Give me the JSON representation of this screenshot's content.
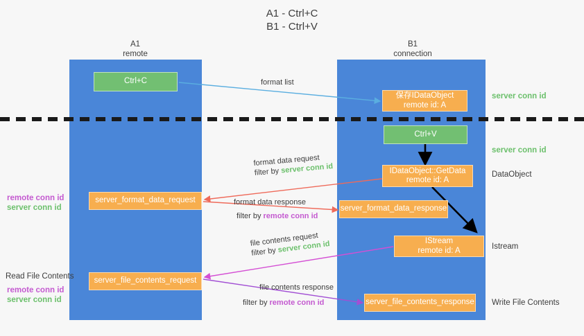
{
  "title": "A1 - Ctrl+C\nB1 - Ctrl+V",
  "colors": {
    "lane": "#4a86d8",
    "node_orange": "#f7ae4f",
    "node_green": "#72bf72",
    "server_conn": "#6cc06c",
    "remote_conn": "#c45ad0",
    "divider": "#1a1a1a",
    "arrow_blue": "#5aaee0",
    "arrow_red": "#ef6a5a",
    "arrow_magenta": "#d44fd4",
    "arrow_purple": "#a24fd4",
    "arrow_black": "#000000",
    "background": "#f7f7f7"
  },
  "columns": [
    {
      "name": "A1",
      "sub": "remote"
    },
    {
      "name": "B1",
      "sub": "connection"
    }
  ],
  "nodes": {
    "ctrl_c": {
      "line1": "Ctrl+C"
    },
    "ctrl_v": {
      "line1": "Ctrl+V"
    },
    "save_idataobject": {
      "line1": "保存IDataObject",
      "line2": "remote id: A"
    },
    "getdata": {
      "line1": "IDataObject::GetData",
      "line2": "remote id: A"
    },
    "istream": {
      "line1": "IStream",
      "line2": "remote id: A"
    },
    "server_format_data_request": {
      "line1": "server_format_data_request"
    },
    "server_format_data_response": {
      "line1": "server_format_data_response"
    },
    "server_file_contents_request": {
      "line1": "server_file_contents_request"
    },
    "server_file_contents_response": {
      "line1": "server_file_contents_response"
    }
  },
  "edges": {
    "format_list": "format list",
    "format_data_request": "format data request",
    "format_data_request_filter_prefix": "filter by ",
    "format_data_request_filter_value": "server conn id",
    "format_data_response": "format data response",
    "format_data_response_filter_prefix": "filter by ",
    "format_data_response_filter_value": "remote conn id",
    "file_contents_request": "file contents request",
    "file_contents_request_filter_prefix": "filter by ",
    "file_contents_request_filter_value": "server conn id",
    "file_contents_response": "file contents response",
    "file_contents_response_filter_prefix": "filter by ",
    "file_contents_response_filter_value": "remote conn id"
  },
  "right_annotations": {
    "server_conn_top": "server conn id",
    "server_conn_second": "server conn id",
    "dataobject": "DataObject",
    "istream": "Istream",
    "write_file_contents": "Write File Contents"
  },
  "left_annotations": {
    "pair_mid_remote": "remote conn id",
    "pair_mid_server": "server conn id",
    "read_file_contents": "Read File Contents",
    "pair_bottom_remote": "remote conn id",
    "pair_bottom_server": "server conn id"
  }
}
